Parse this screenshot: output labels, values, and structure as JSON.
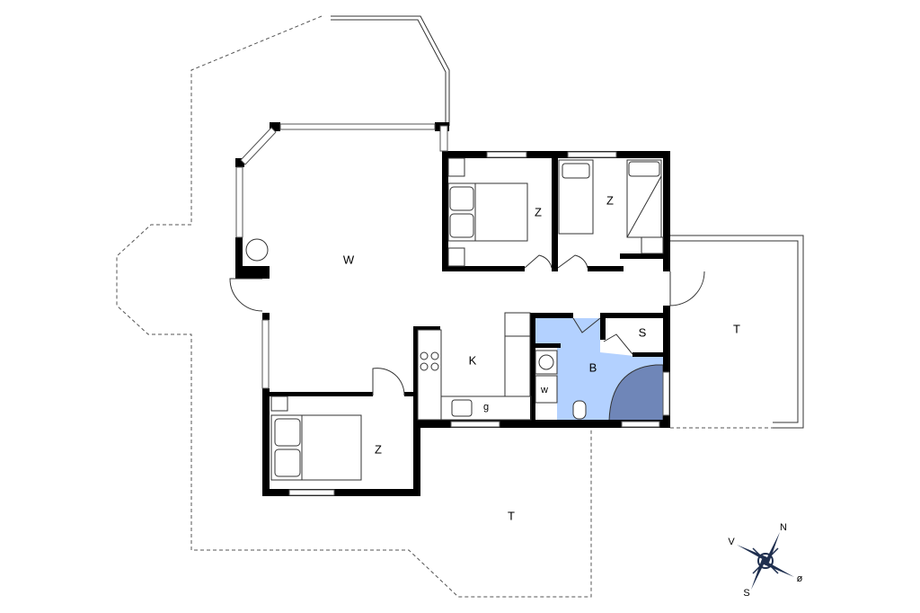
{
  "rooms": {
    "living": "W",
    "bedroom_1": "Z",
    "bedroom_2": "Z",
    "bedroom_3": "Z",
    "kitchen": "K",
    "bathroom": "B",
    "storage": "S",
    "washer": "w",
    "fridge": "g",
    "terrace_east": "T",
    "terrace_south": "T"
  },
  "compass": {
    "north": "N",
    "west": "V",
    "south": "S",
    "east": "ø"
  },
  "colors": {
    "bathroom": "#b3d1ff",
    "shower": "#6f86b8",
    "walls": "#000000"
  }
}
